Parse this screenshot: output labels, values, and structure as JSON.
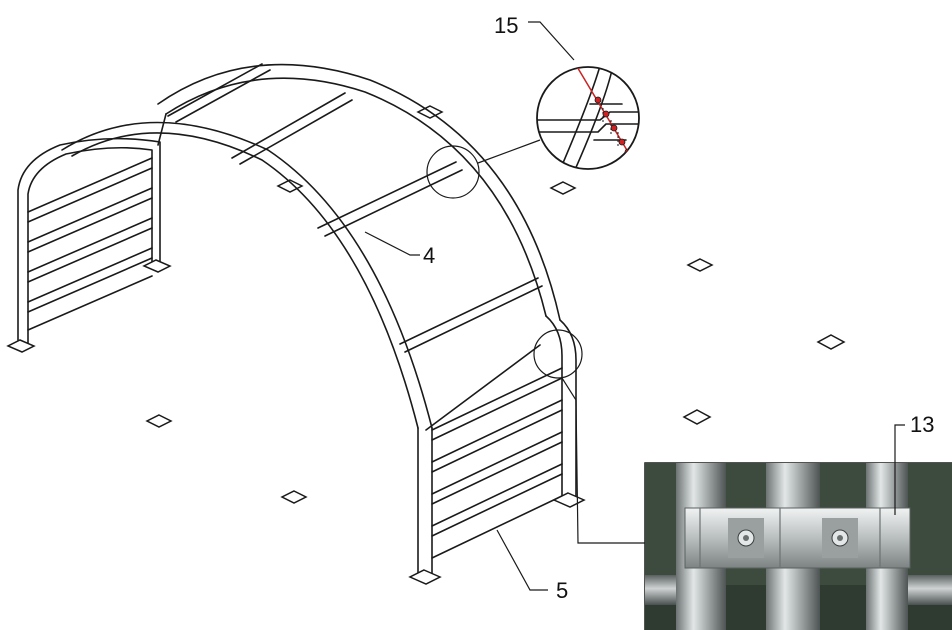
{
  "labels": {
    "part_15": "15",
    "part_4": "4",
    "part_13": "13",
    "part_5": "5"
  },
  "colors": {
    "line": "#1a1a1a",
    "highlight": "#cc2222",
    "photo_bg": "#3c4a3c",
    "tube_metal": "#b8bcbc",
    "clamp_metal": "#d8dcdc"
  }
}
